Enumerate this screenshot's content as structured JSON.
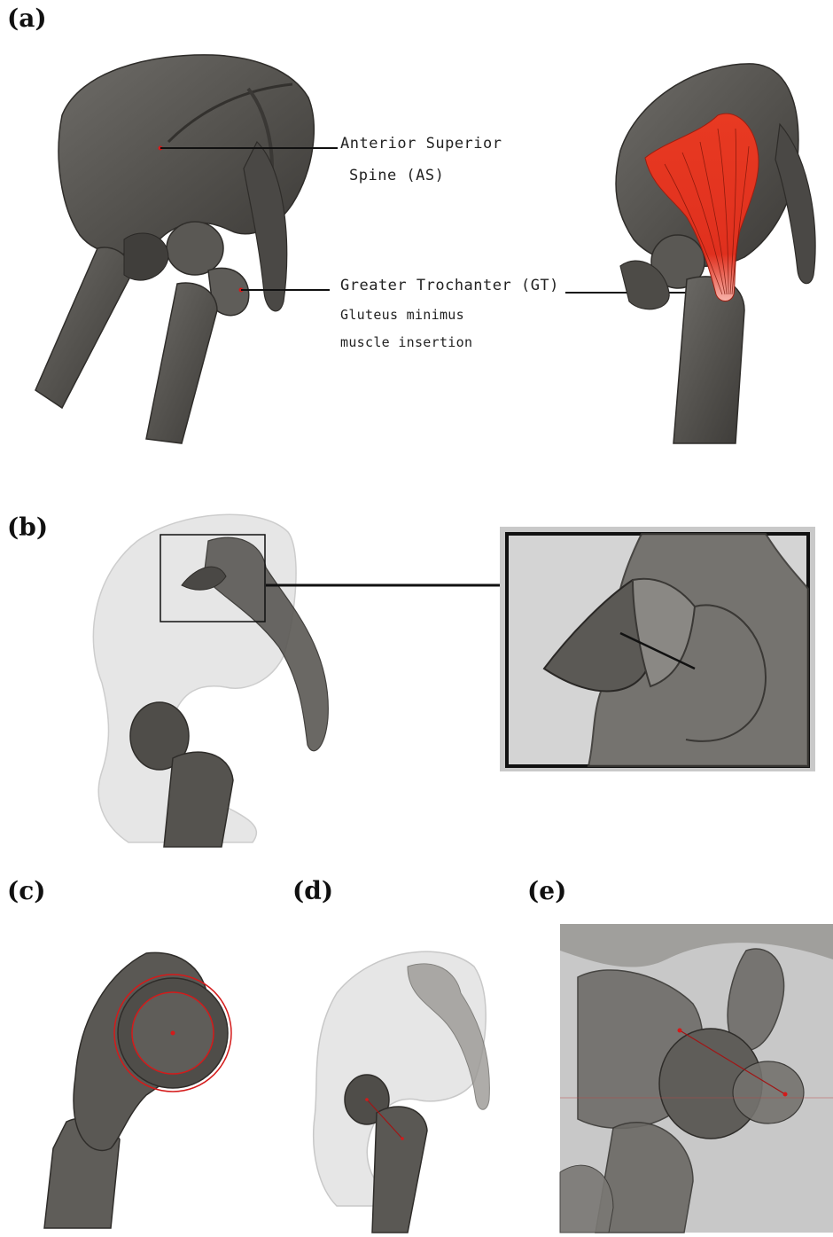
{
  "panels": {
    "a": {
      "label": "(a)"
    },
    "b": {
      "label": "(b)"
    },
    "c": {
      "label": "(c)"
    },
    "d": {
      "label": "(d)"
    },
    "e": {
      "label": "(e)"
    }
  },
  "annotations": {
    "as_line1": "Anterior Superior",
    "as_line2": "Spine (AS)",
    "gt_line1": "Greater Trochanter (GT)",
    "gt_line2": "Gluteus minimus",
    "gt_line3": "muscle insertion"
  },
  "colors": {
    "bone": "#4f4d49",
    "bone_light": "#6b6965",
    "muscle": "#e0301e",
    "marker": "#d41a1a",
    "ghost": "#d8d8d8"
  }
}
